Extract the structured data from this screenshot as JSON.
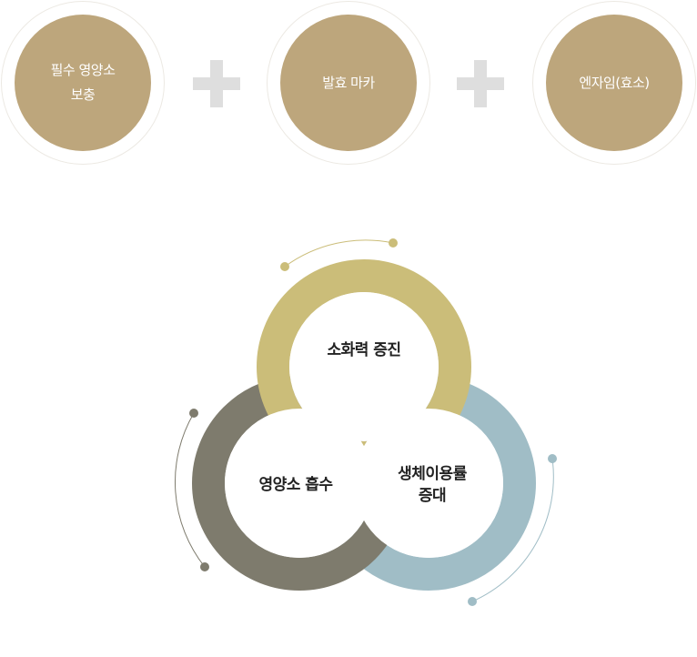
{
  "colors": {
    "top_circle": "#bda67c",
    "plus": "#dedede",
    "ring_top": "#cbbd79",
    "ring_left": "#7e7b6d",
    "ring_right": "#a0bdc6"
  },
  "top_row": [
    {
      "label_line1": "필수 영양소",
      "label_line2": "보충"
    },
    {
      "label_line1": "발효 마카",
      "label_line2": ""
    },
    {
      "label_line1": "엔자임(효소)",
      "label_line2": ""
    }
  ],
  "venn": {
    "top_label": "소화력 증진",
    "left_label": "영양소 흡수",
    "right_label_line1": "생체이용률",
    "right_label_line2": "증대"
  }
}
